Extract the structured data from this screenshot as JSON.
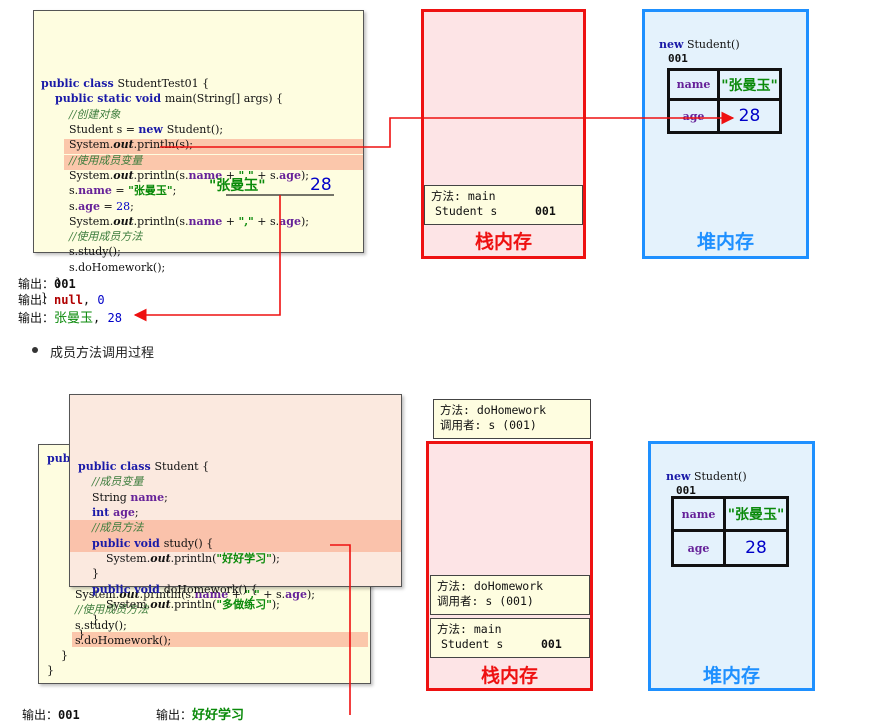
{
  "top": {
    "code_lines": [
      [
        [
          "kw",
          "public class "
        ],
        [
          "",
          "StudentTest01 {"
        ]
      ],
      [
        [
          "",
          "    "
        ],
        [
          "kw",
          "public static void "
        ],
        [
          "",
          "main(String[] args) {"
        ]
      ],
      [
        [
          "",
          "        "
        ],
        [
          "cm",
          "//创建对象"
        ]
      ],
      [
        [
          "",
          "        Student s = "
        ],
        [
          "kw",
          "new "
        ],
        [
          "",
          "Student();"
        ]
      ],
      [
        [
          "",
          "        System."
        ],
        [
          "it",
          "out"
        ],
        [
          "",
          ".println(s);"
        ]
      ],
      [
        [
          "",
          "        "
        ],
        [
          "cm",
          "//使用成员变量"
        ]
      ],
      [
        [
          "",
          "        System."
        ],
        [
          "it",
          "out"
        ],
        [
          "",
          ".println(s."
        ],
        [
          "fd",
          "name"
        ],
        [
          "",
          " + "
        ],
        [
          "st",
          "\",\""
        ],
        [
          "",
          " + s."
        ],
        [
          "fd",
          "age"
        ],
        [
          "",
          ");"
        ]
      ],
      [
        [
          "",
          "        s."
        ],
        [
          "fd",
          "name"
        ],
        [
          "",
          " = "
        ],
        [
          "st",
          "\"张曼玉\""
        ],
        [
          "",
          ";"
        ]
      ],
      [
        [
          "",
          "        s."
        ],
        [
          "fd",
          "age"
        ],
        [
          "",
          " = "
        ],
        [
          "nm",
          "28"
        ],
        [
          "",
          ";"
        ]
      ],
      [
        [
          "",
          "        System."
        ],
        [
          "it",
          "out"
        ],
        [
          "",
          ".println(s."
        ],
        [
          "fd",
          "name"
        ],
        [
          "",
          " + "
        ],
        [
          "st",
          "\",\""
        ],
        [
          "",
          " + s."
        ],
        [
          "fd",
          "age"
        ],
        [
          "",
          ");"
        ]
      ],
      [
        [
          "",
          "        "
        ],
        [
          "cm",
          "//使用成员方法"
        ]
      ],
      [
        [
          "",
          "        s.study();"
        ]
      ],
      [
        [
          "",
          "        s.doHomework();"
        ]
      ],
      [
        [
          "",
          "    }"
        ]
      ],
      [
        [
          "",
          "}"
        ]
      ]
    ],
    "anno_string": "\"张曼玉\"",
    "anno_number": "28",
    "output": {
      "prefix": "输出：",
      "line1": "001",
      "line2_null": "null",
      "line2_sep": ", ",
      "line2_zero": "0",
      "line3_name": "张曼玉",
      "line3_sep": ", ",
      "line3_age": "28"
    },
    "stack_title": "栈内存",
    "heap_title": "堆内存",
    "frame_main": {
      "l1": "方法: main",
      "l2": "Student s",
      "l2v": "001"
    },
    "obj": {
      "head_kw": "new",
      "head_rest": " Student()",
      "addr": "001",
      "name_label": "name",
      "name_value": "\"张曼玉\"",
      "age_label": "age",
      "age_value": "28"
    }
  },
  "section_label": "成员方法调用过程",
  "bottom": {
    "student_lines": [
      [
        [
          "kw",
          "public class "
        ],
        [
          "",
          "Student {"
        ]
      ],
      [
        [
          "",
          "    "
        ],
        [
          "cm",
          "//成员变量"
        ]
      ],
      [
        [
          "",
          "    String "
        ],
        [
          "fd",
          "name"
        ],
        [
          "",
          ";"
        ]
      ],
      [
        [
          "",
          "    "
        ],
        [
          "kw",
          "int "
        ],
        [
          "fd",
          "age"
        ],
        [
          "",
          ";"
        ]
      ],
      [
        [
          "",
          "    "
        ],
        [
          "cm",
          "//成员方法"
        ]
      ],
      [
        [
          "",
          "    "
        ],
        [
          "kw",
          "public void "
        ],
        [
          "",
          "study() {"
        ]
      ],
      [
        [
          "",
          "        System."
        ],
        [
          "it",
          "out"
        ],
        [
          "",
          ".println("
        ],
        [
          "st",
          "\"好好学习\""
        ],
        [
          "",
          ");"
        ]
      ],
      [
        [
          "",
          "    }"
        ]
      ],
      [
        [
          "",
          "    "
        ],
        [
          "kw",
          "public void "
        ],
        [
          "",
          "doHomework() {"
        ]
      ],
      [
        [
          "",
          "        System."
        ],
        [
          "it",
          "out"
        ],
        [
          "",
          ".println("
        ],
        [
          "st",
          "\"多做练习\""
        ],
        [
          "",
          ");"
        ]
      ],
      [
        [
          "",
          "    }"
        ]
      ],
      [
        [
          "",
          "}"
        ]
      ]
    ],
    "back_first": [
      [
        "kw",
        "publ"
      ]
    ],
    "back_lines": [
      [
        [
          "",
          "        System."
        ],
        [
          "it",
          "out"
        ],
        [
          "",
          ".println(s."
        ],
        [
          "fd",
          "name"
        ],
        [
          "",
          " + "
        ],
        [
          "st",
          "\",\""
        ],
        [
          "",
          " + s."
        ],
        [
          "fd",
          "age"
        ],
        [
          "",
          ");"
        ]
      ],
      [
        [
          "",
          "        "
        ],
        [
          "cm",
          "//使用成员方法"
        ]
      ],
      [
        [
          "",
          "        s.study();"
        ]
      ],
      [
        [
          "",
          "        s.doHomework();"
        ]
      ],
      [
        [
          "",
          "    }"
        ]
      ],
      [
        [
          "",
          "}"
        ]
      ]
    ],
    "frame_float": {
      "l1": "方法: doHomework",
      "l2": "调用者: s (001)"
    },
    "frame_dohw": {
      "l1": "方法: doHomework",
      "l2": "调用者: s (001)"
    },
    "frame_main": {
      "l1": "方法: main",
      "l2": "Student s",
      "l2v": "001"
    },
    "stack_title": "栈内存",
    "heap_title": "堆内存",
    "obj": {
      "head_kw": "new",
      "head_rest": " Student()",
      "addr": "001",
      "name_label": "name",
      "name_value": "\"张曼玉\"",
      "age_label": "age",
      "age_value": "28"
    },
    "output_left": {
      "prefix": "输出：",
      "value": "001"
    },
    "output_right": {
      "prefix": "输出：",
      "value": "好好学习"
    }
  },
  "colors": {
    "stack_border": "#ee1111",
    "heap_border": "#1e90ff",
    "arrow": "#ee1111"
  }
}
